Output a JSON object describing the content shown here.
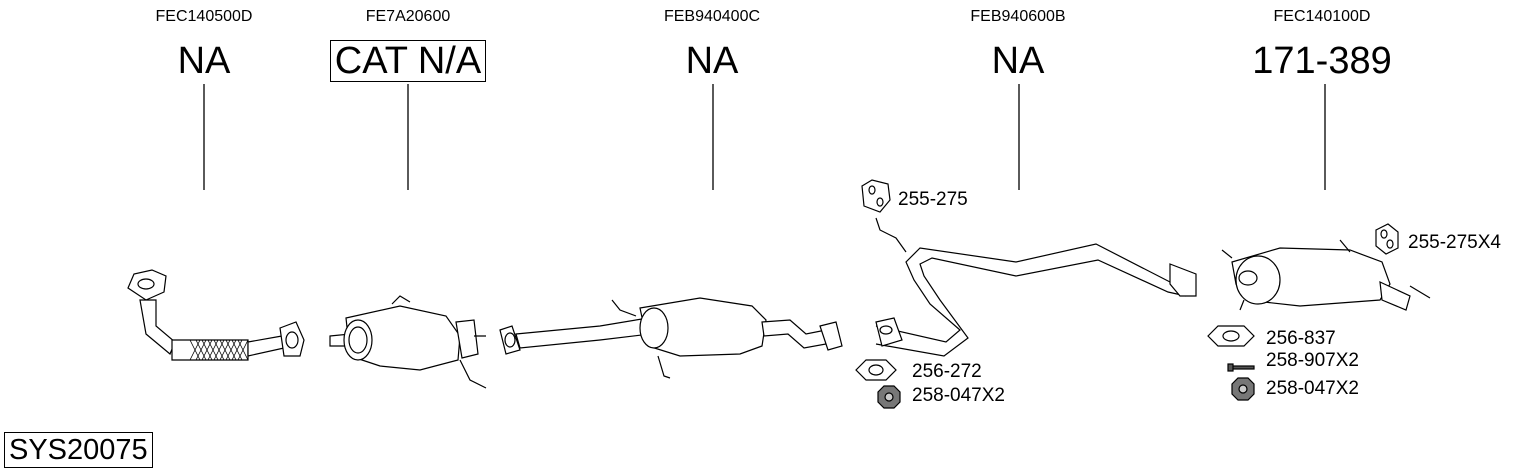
{
  "parts": [
    {
      "code": "FEC140500D",
      "number": "NA"
    },
    {
      "code": "FE7A20600",
      "number": "CAT N/A"
    },
    {
      "code": "FEB940400C",
      "number": "NA"
    },
    {
      "code": "FEB940600B",
      "number": "NA"
    },
    {
      "code": "FEC140100D",
      "number": "171-389"
    }
  ],
  "accessories": {
    "mid_hanger": "255-275",
    "mid_gasket": "256-272",
    "mid_nut": "258-047X2",
    "rear_hanger": "255-275X4",
    "rear_gasket": "256-837",
    "rear_bolt": "258-907X2",
    "rear_nut": "258-047X2"
  },
  "system_code": "SYS20075"
}
